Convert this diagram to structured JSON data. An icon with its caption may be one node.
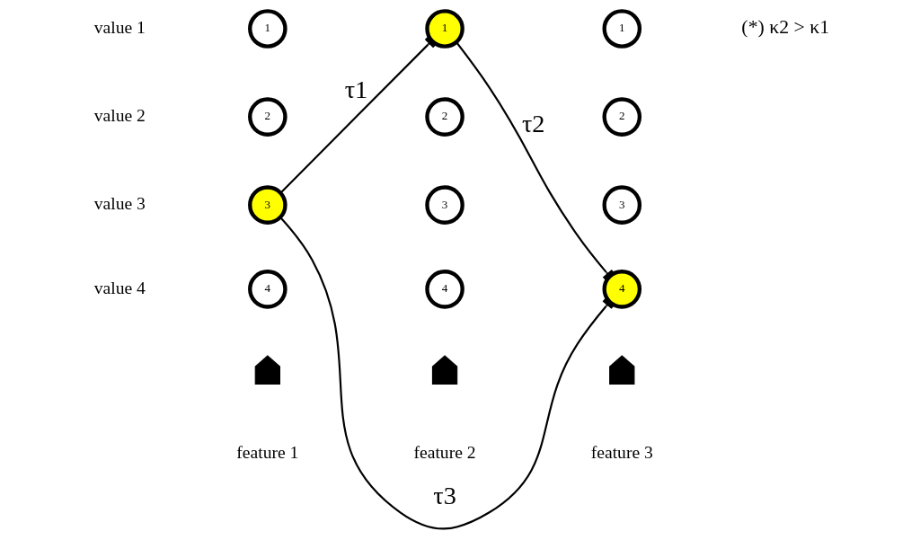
{
  "diagram": {
    "nodes": [
      {
        "text": [
          "1"
        ]
      },
      {
        "text": [
          "1"
        ]
      },
      {
        "text": [
          "1"
        ]
      },
      {
        "text": [
          "2"
        ]
      },
      {
        "text": [
          "2"
        ]
      },
      {
        "text": [
          "2"
        ]
      },
      {
        "text": [
          "3"
        ]
      },
      {
        "text": [
          "3"
        ]
      },
      {
        "text": [
          "3"
        ]
      },
      {
        "text": [
          "4"
        ]
      },
      {
        "text": [
          "4"
        ]
      },
      {
        "text": [
          "4"
        ]
      },
      {
        "text": [],
        "shape": "arrow"
      },
      {
        "text": [],
        "shape": "arrow"
      },
      {
        "text": [],
        "shape": "arrow"
      }
    ],
    "edges": [
      {
        "from": 6,
        "to": 1,
        "arrow": "other",
        "label": "τ1"
      },
      {
        "from": 1,
        "to": 11,
        "arrow": "other",
        "label": "τ2"
      },
      {
        "from": 6,
        "to": 11,
        "arrow": "other",
        "label": "τ3"
      }
    ],
    "labels": [
      "value 1",
      "(*) κ2 > κ1",
      "value 2",
      "value 3",
      "value 4",
      "feature 1",
      "feature 2",
      "feature 3"
    ]
  }
}
